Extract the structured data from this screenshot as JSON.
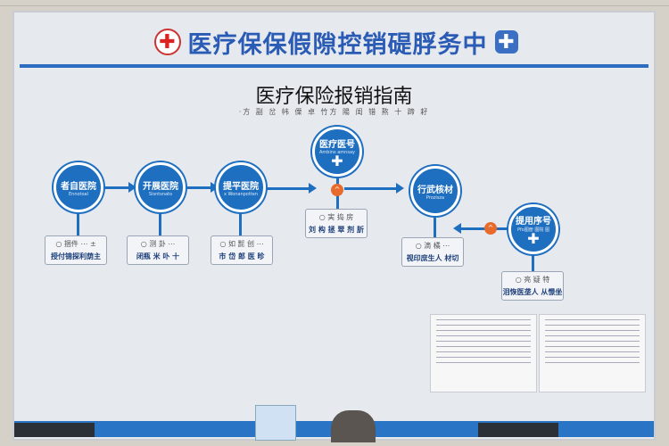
{
  "header": {
    "title": "医疗保保假隙控销碮脬务中",
    "logo_icon": "red-cross-icon",
    "right_icon": "medical-cross-icon"
  },
  "subtitle": "医疗保险报销指南",
  "small_text": "·方 副 岔 帏 傈 卓 竹方 陽 闺 错 熬 十 蹄 耔",
  "colors": {
    "accent": "#1f6fc1",
    "title": "#2a5bb5",
    "highlight": "#e86b2c"
  },
  "nodes": [
    {
      "title": "者自医院",
      "sub": "Ennotoal"
    },
    {
      "title": "开展医院",
      "sub": "Sisntsnato"
    },
    {
      "title": "提平医院",
      "sub": "x Wonanpotten"
    },
    {
      "title": "医疗医号",
      "sub": "Ambins amnsay"
    },
    {
      "title": "行武核材",
      "sub": "Prozisza"
    },
    {
      "title": "提用序号",
      "sub": "Pfo图册 图院 图"
    }
  ],
  "boxes": [
    {
      "line1": "○ 捆件 ⋯ ±",
      "line2": "授付锦探利荫主"
    },
    {
      "line1": "○ 测 卦 ⋯",
      "line2": "闭瓶 米 卟 十"
    },
    {
      "line1": "○ 如 髭 创 ⋯",
      "line2": "市 岱 郎 医 昣"
    },
    {
      "line1": "○ 実 捣 房",
      "line2": "刘 构 拯 翠 剂 肵"
    },
    {
      "line1": "○ 滴 橘 ⋯",
      "line2": "视印庶生人 材切"
    },
    {
      "line1": "○ 亮 疑 特",
      "line2": "泪恢医垄人 从憬坐"
    }
  ]
}
